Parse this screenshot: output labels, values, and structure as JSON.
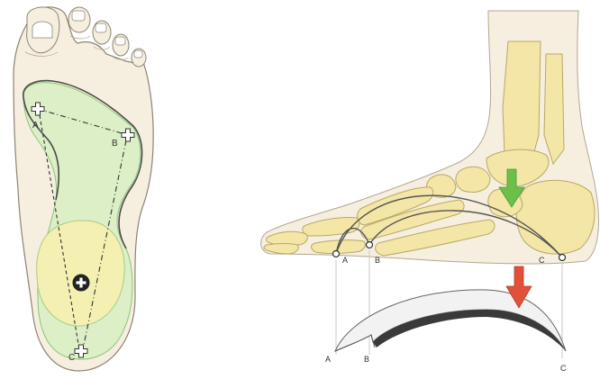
{
  "colors": {
    "skin_fill": "#f6efdf",
    "skin_stroke": "#8c8474",
    "pressure_zone": "#dcefc6",
    "center_zone": "#f4f0b2",
    "bone_fill": "#f3e6a6",
    "bone_stroke": "#b8a866",
    "arch_line": "#555555",
    "force_green": "#6cc04a",
    "force_red": "#e0503a",
    "insole_light": "#f2f2f2",
    "insole_dark": "#3a3a3a"
  },
  "icons": {
    "contact_point": "plus-cross-icon",
    "center_of_mass": "circled-plus-icon",
    "body_force": "down-arrow-green",
    "ground_force": "down-arrow-red"
  },
  "plantar_view": {
    "point_a_label": "A",
    "point_b_label": "B",
    "point_c_label": "C"
  },
  "side_view": {
    "point_a_label": "A",
    "point_b_label": "B",
    "point_c_label": "C"
  },
  "insole": {
    "point_a_label": "A",
    "point_b_label": "B",
    "point_c_label": "C"
  }
}
